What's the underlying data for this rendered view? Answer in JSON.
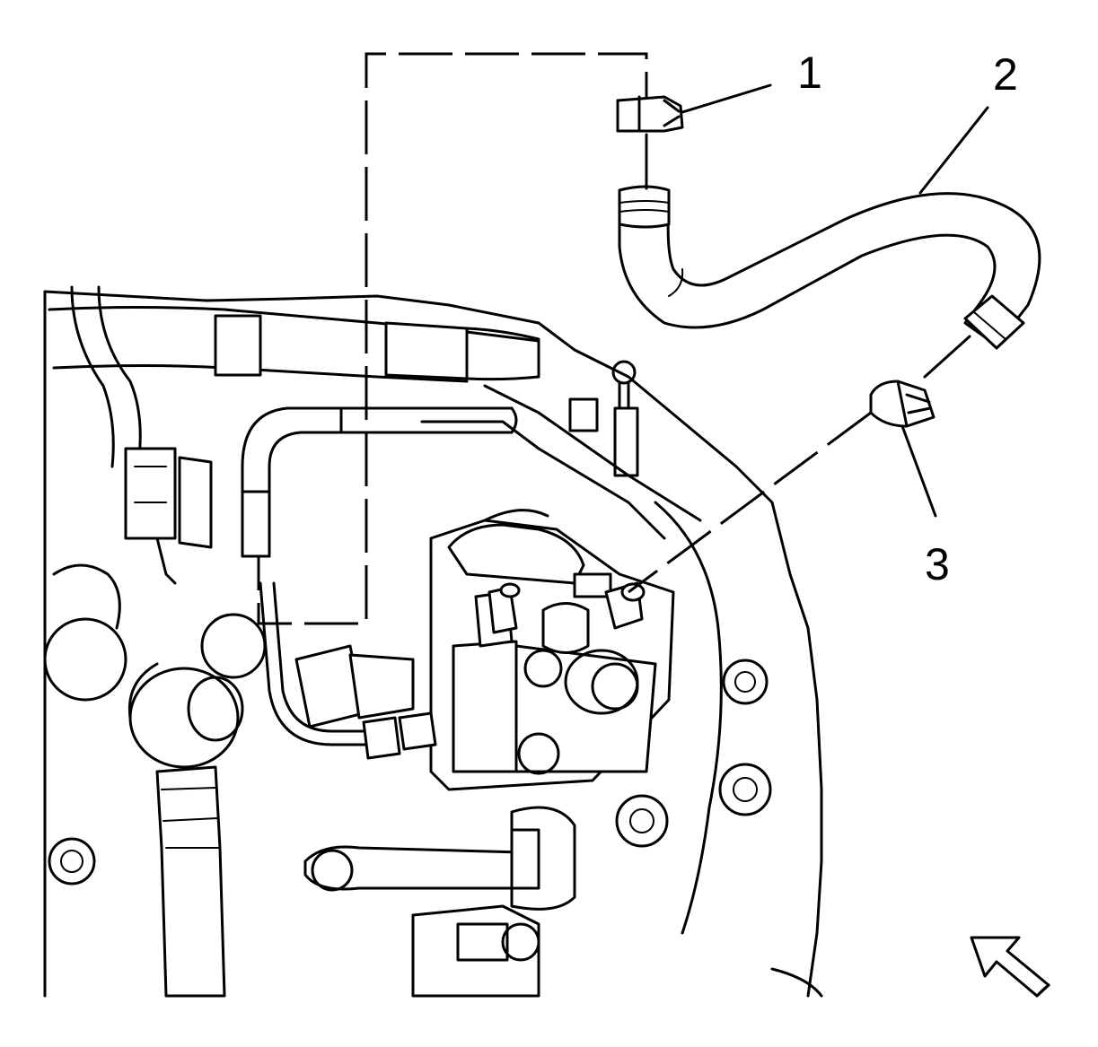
{
  "callouts": {
    "c1": "1",
    "c2": "2",
    "c3": "3"
  },
  "icons": {
    "view_arrow": "view-direction-arrow-icon"
  }
}
